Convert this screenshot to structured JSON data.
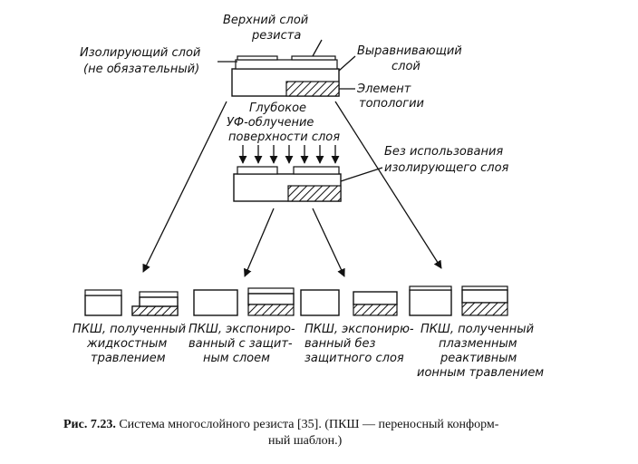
{
  "labels": {
    "top_resist_1": "Верхний слой",
    "top_resist_2": "резиста",
    "insulating_1": "Изолирующий слой",
    "insulating_2": "(не обязательный)",
    "planarizing_1": "Выравнивающий",
    "planarizing_2": "слой",
    "topology_1": "Элемент",
    "topology_2": "топологии",
    "uv_1": "Глубокое",
    "uv_2": "УФ-облучение",
    "uv_3": "поверхности слоя",
    "no_insul_1": "Без использования",
    "no_insul_2": "изолирующего слоя"
  },
  "results": [
    {
      "lines": [
        "ПКШ, полученный",
        "жидкостным",
        "травлением"
      ]
    },
    {
      "lines": [
        "ПКШ, экспониро-",
        "ванный с защит-",
        "ным слоем"
      ]
    },
    {
      "lines": [
        "ПКШ, экспонирю-",
        "ванный без",
        "защитного слоя"
      ]
    },
    {
      "lines": [
        "ПКШ, полученный",
        "плазменным",
        "реактивным",
        "ионным травлением"
      ]
    }
  ],
  "caption": {
    "prefix": "Рис. 7.23.",
    "line1": "Система многослойного резиста [35]. (ПКШ — переносный конформ-",
    "line2": "ный шаблон.)"
  }
}
